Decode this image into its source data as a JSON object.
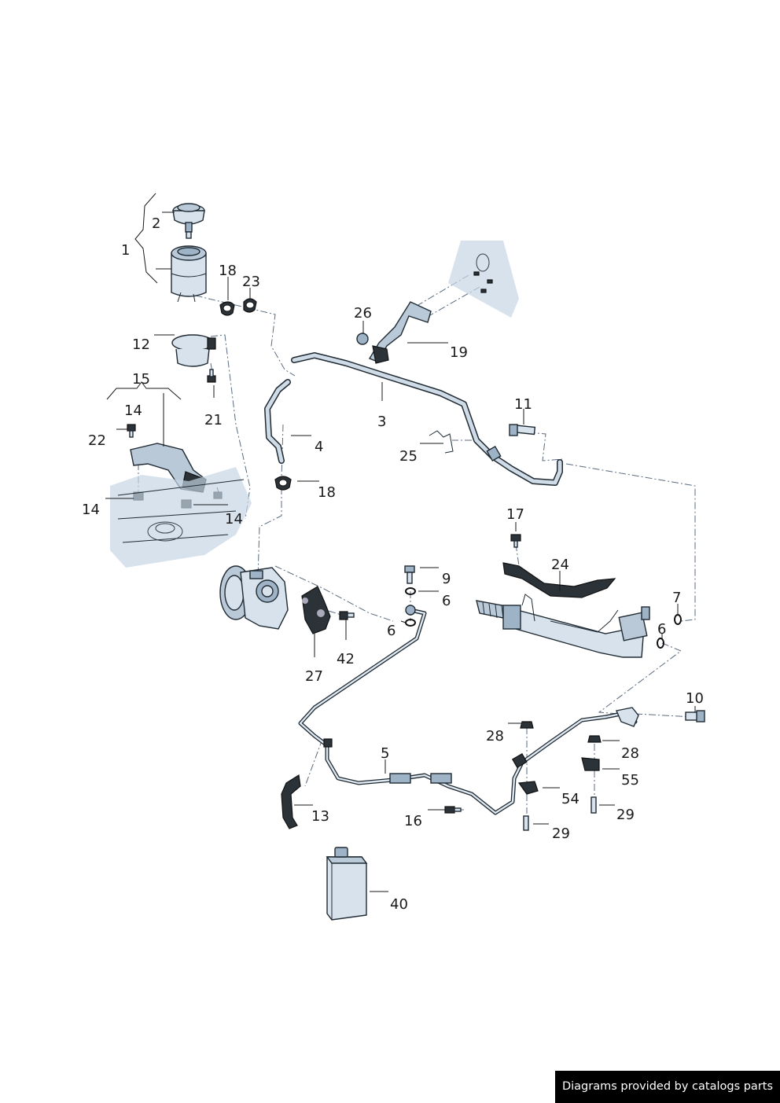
{
  "diagram": {
    "callouts": [
      {
        "id": "c1",
        "text": "1"
      },
      {
        "id": "c2",
        "text": "2"
      },
      {
        "id": "c18a",
        "text": "18"
      },
      {
        "id": "c23",
        "text": "23"
      },
      {
        "id": "c12",
        "text": "12"
      },
      {
        "id": "c15",
        "text": "15"
      },
      {
        "id": "c14a",
        "text": "14"
      },
      {
        "id": "c22",
        "text": "22"
      },
      {
        "id": "c21",
        "text": "21"
      },
      {
        "id": "c14b",
        "text": "14"
      },
      {
        "id": "c14c",
        "text": "14"
      },
      {
        "id": "c26",
        "text": "26"
      },
      {
        "id": "c19",
        "text": "19"
      },
      {
        "id": "c3",
        "text": "3"
      },
      {
        "id": "c4",
        "text": "4"
      },
      {
        "id": "c18b",
        "text": "18"
      },
      {
        "id": "c11",
        "text": "11"
      },
      {
        "id": "c25",
        "text": "25"
      },
      {
        "id": "c17",
        "text": "17"
      },
      {
        "id": "c24",
        "text": "24"
      },
      {
        "id": "c9",
        "text": "9"
      },
      {
        "id": "c6a",
        "text": "6"
      },
      {
        "id": "c6b",
        "text": "6"
      },
      {
        "id": "c7",
        "text": "7"
      },
      {
        "id": "c6c",
        "text": "6"
      },
      {
        "id": "c42",
        "text": "42"
      },
      {
        "id": "c27",
        "text": "27"
      },
      {
        "id": "c10",
        "text": "10"
      },
      {
        "id": "c28a",
        "text": "28"
      },
      {
        "id": "c28b",
        "text": "28"
      },
      {
        "id": "c5",
        "text": "5"
      },
      {
        "id": "c55",
        "text": "55"
      },
      {
        "id": "c54",
        "text": "54"
      },
      {
        "id": "c13",
        "text": "13"
      },
      {
        "id": "c16",
        "text": "16"
      },
      {
        "id": "c29a",
        "text": "29"
      },
      {
        "id": "c29b",
        "text": "29"
      },
      {
        "id": "c40",
        "text": "40"
      }
    ]
  },
  "footer": {
    "credit": "Diagrams provided by catalogs parts"
  }
}
